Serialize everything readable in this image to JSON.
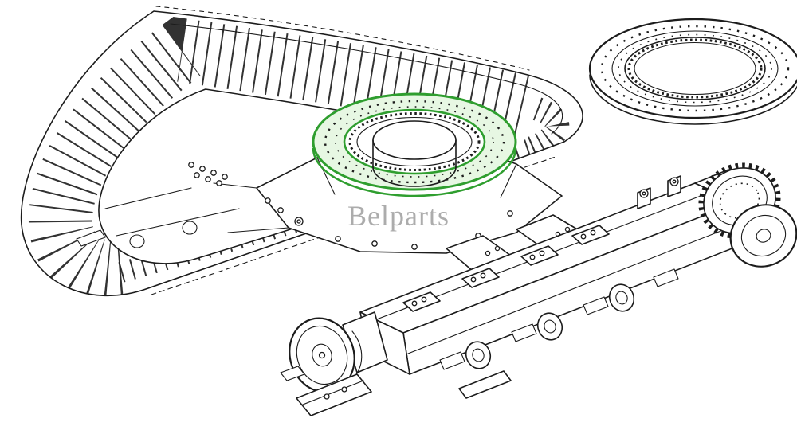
{
  "image": {
    "watermark": "Belparts"
  },
  "colors": {
    "background": "#ffffff",
    "line": "#1c1c1c",
    "highlight_stroke": "#2f9e2f",
    "highlight_fill": "#e7f7e3",
    "watermark": "#8d8d8d"
  },
  "parts": [
    "left-crawler-track",
    "carbody-frame",
    "swing-bearing-highlighted",
    "swing-bearing-detail",
    "track-roller-frame",
    "front-idler",
    "bottom-rollers",
    "drive-sprocket",
    "final-drive-drum",
    "track-shoe",
    "watermark"
  ]
}
